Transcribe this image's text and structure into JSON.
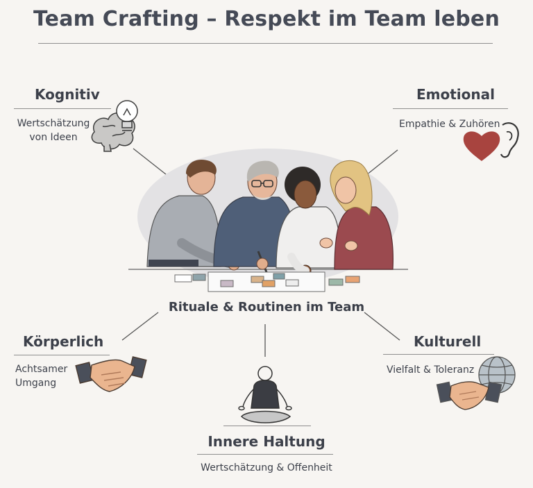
{
  "title": "Team Crafting – Respekt im Team leben",
  "center": {
    "label": "Rituale & Routinen im Team"
  },
  "dimensions": [
    {
      "heading": "Kognitiv",
      "lines": [
        "Wertschätzung",
        "von Ideen"
      ],
      "icon": "brain-lightbulb-icon"
    },
    {
      "heading": "Emotional",
      "lines": [
        "Empathie & Zuhören"
      ],
      "icon": "heart-ear-icon"
    },
    {
      "heading": "Körperlich",
      "lines": [
        "Achtsamer",
        "Umgang"
      ],
      "icon": "handshake-icon"
    },
    {
      "heading": "Innere Haltung",
      "lines": [
        "Wertschätzung & Offenheit"
      ],
      "icon": "meditation-icon"
    },
    {
      "heading": "Kulturell",
      "lines": [
        "Vielfalt & Toleranz"
      ],
      "icon": "globe-handshake-icon"
    }
  ],
  "colors": {
    "heart": "#a8443f",
    "connector": "#555555",
    "rule": "#8e8e8e",
    "background": "#f7f5f2"
  }
}
